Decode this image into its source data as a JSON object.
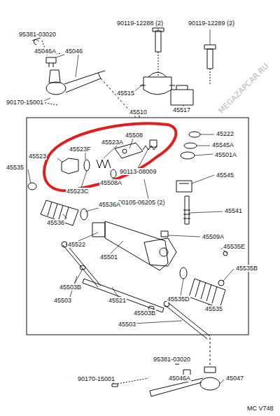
{
  "diagram": {
    "labels": [
      "95381-03020",
      "45046A",
      "45046",
      "90170-15001",
      "90119-12288 (2)",
      "90119-12289 (2)",
      "45515",
      "45517",
      "45510",
      "45508",
      "45523A",
      "45523F",
      "45523",
      "45535",
      "90113-08009",
      "45508A",
      "45523C",
      "90105-06205 (2)",
      "45222",
      "45545A",
      "45501A",
      "45545",
      "45541",
      "45509A",
      "45535E",
      "45535B",
      "45535D",
      "45535",
      "45536",
      "45536A",
      "45522",
      "45501",
      "45503B",
      "45503",
      "45521",
      "45503B",
      "45503",
      "95381-03020",
      "45046A",
      "45047",
      "90170-15001",
      "MC V748",
      "MEGAZAPCAR.RU"
    ]
  }
}
